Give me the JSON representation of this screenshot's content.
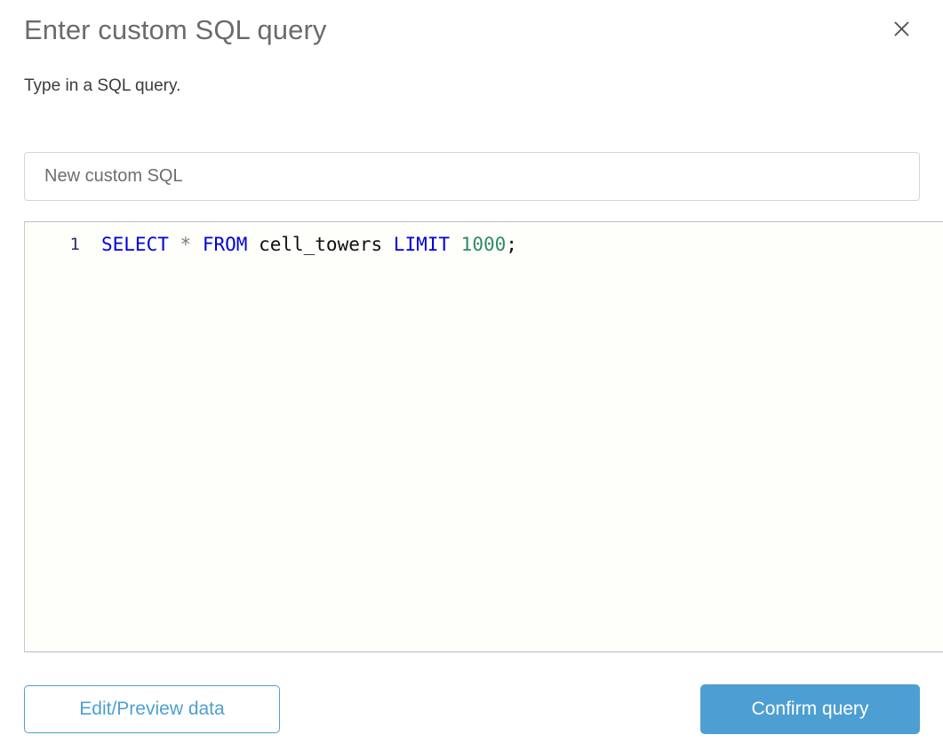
{
  "dialog": {
    "title": "Enter custom SQL query",
    "subtitle": "Type in a SQL query.",
    "close_icon": "close-icon"
  },
  "name_field": {
    "value": "New custom SQL",
    "placeholder": "New custom SQL"
  },
  "editor": {
    "line_numbers": [
      "1"
    ],
    "query_text": "SELECT * FROM cell_towers LIMIT 1000;",
    "tokens": [
      {
        "text": "SELECT",
        "type": "keyword"
      },
      {
        "text": " ",
        "type": "plain"
      },
      {
        "text": "*",
        "type": "operator"
      },
      {
        "text": " ",
        "type": "plain"
      },
      {
        "text": "FROM",
        "type": "keyword"
      },
      {
        "text": " ",
        "type": "plain"
      },
      {
        "text": "cell_towers",
        "type": "identifier"
      },
      {
        "text": " ",
        "type": "plain"
      },
      {
        "text": "LIMIT",
        "type": "keyword"
      },
      {
        "text": " ",
        "type": "plain"
      },
      {
        "text": "1000",
        "type": "number"
      },
      {
        "text": ";",
        "type": "punctuation"
      }
    ],
    "syntax_colors": {
      "keyword": "#0000e0",
      "operator": "#7b7b7b",
      "identifier": "#101010",
      "number": "#2e8b62",
      "punctuation": "#101010",
      "line_number": "#2e2e75"
    },
    "parts": {
      "select": "SELECT",
      "star": "*",
      "from": "FROM",
      "table": "cell_towers",
      "limit": "LIMIT",
      "count": "1000",
      "semicolon": ";",
      "space": " "
    }
  },
  "footer": {
    "secondary_label": "Edit/Preview data",
    "primary_label": "Confirm query"
  },
  "colors": {
    "accent": "#4d9fd3",
    "title": "#6b6b6b",
    "subtitle": "#3c3c3c",
    "border": "#d4d4d4",
    "editor_bg": "#fefefb"
  }
}
